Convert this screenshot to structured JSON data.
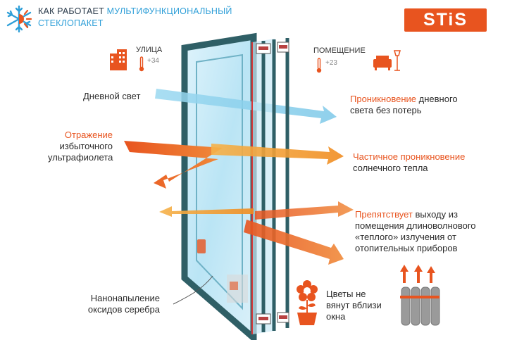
{
  "header": {
    "line1_plain": "КАК РАБОТАЕТ",
    "line1_accent": "МУЛЬТИФУНКЦИОНАЛЬНЫЙ",
    "line2_accent": "СТЕКЛОПАКЕТ"
  },
  "logo": {
    "text": "STiS"
  },
  "outside": {
    "label": "УЛИЦА",
    "temp": "+34"
  },
  "inside": {
    "label": "ПОМЕЩЕНИЕ",
    "temp": "+23"
  },
  "left_labels": {
    "daylight": "Дневной свет",
    "reflection_accent": "Отражение",
    "reflection_line2": "избыточного",
    "reflection_line3": "ультрафиолета",
    "coating_line1": "Нанонапыление",
    "coating_line2": "оксидов серебра"
  },
  "right_labels": {
    "penetration_accent": "Проникновение",
    "penetration_rest": "дневного",
    "penetration_line2": "света без потерь",
    "partial_accent": "Частичное проникновение",
    "partial_line2": "солнечного тепла",
    "prevents_accent": "Препятствует",
    "prevents_rest": "выходу из",
    "prevents_line2": "помещения длиноволнового",
    "prevents_line3": "«теплого» излучения от",
    "prevents_line4": "отопительных приборов",
    "flowers_line1": "Цветы не",
    "flowers_line2": "вянут вблизи",
    "flowers_line3": "окна"
  },
  "colors": {
    "accent": "#e8541f",
    "blue_text": "#2f9fd8",
    "frame": "#2f5f66",
    "glass": "#bfe3f2",
    "daylight_arrow": "#8fd3ef",
    "heat_arrow": "#f0a030"
  }
}
